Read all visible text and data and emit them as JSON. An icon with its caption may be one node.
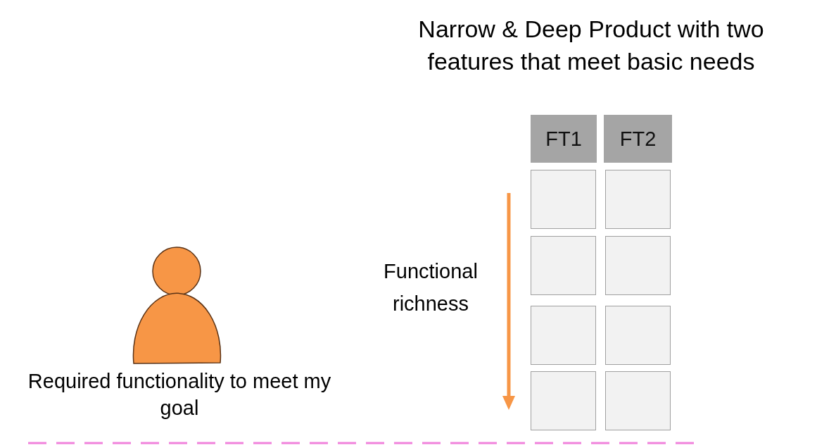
{
  "diagram": {
    "title": "Narrow & Deep Product with two features that meet basic needs",
    "nodes": [
      {
        "text": [],
        "shape": "person",
        "beside": [
          "Required functionality to meet my goal"
        ]
      },
      {
        "text": [
          "FT1"
        ]
      },
      {
        "text": [
          "FT2"
        ]
      },
      {
        "text": [],
        "shape": "box"
      },
      {
        "text": [],
        "shape": "box"
      },
      {
        "text": [],
        "shape": "box"
      },
      {
        "text": [],
        "shape": "box"
      },
      {
        "text": [],
        "shape": "box"
      },
      {
        "text": [],
        "shape": "box"
      },
      {
        "text": [],
        "shape": "box"
      },
      {
        "text": [],
        "shape": "box"
      }
    ],
    "edges": [],
    "labels": [
      "Functional richness"
    ]
  }
}
